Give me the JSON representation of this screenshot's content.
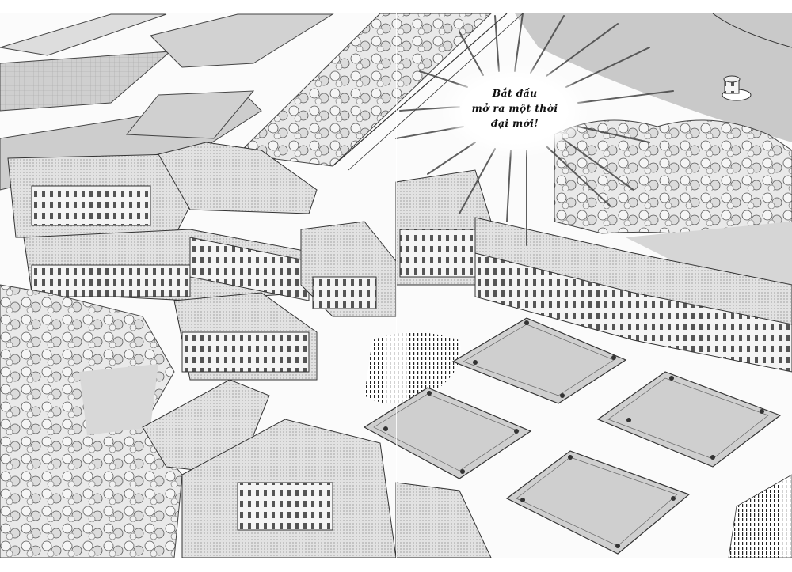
{
  "page": {
    "type": "manga-spread",
    "description": "Aerial view of a French palace with courtyards, formal garden parterres, tree-lined avenues and crowds"
  },
  "speech_bubble": {
    "style": "burst",
    "lines": [
      "Bắt đầu",
      "mở ra một thời",
      "đại mới!"
    ]
  },
  "colors": {
    "paper": "#ffffff",
    "ink": "#111111",
    "screentone": "#b9b9b9",
    "sky_tone": "#c8c8c8",
    "lawn_tone": "#cfcfcf"
  }
}
